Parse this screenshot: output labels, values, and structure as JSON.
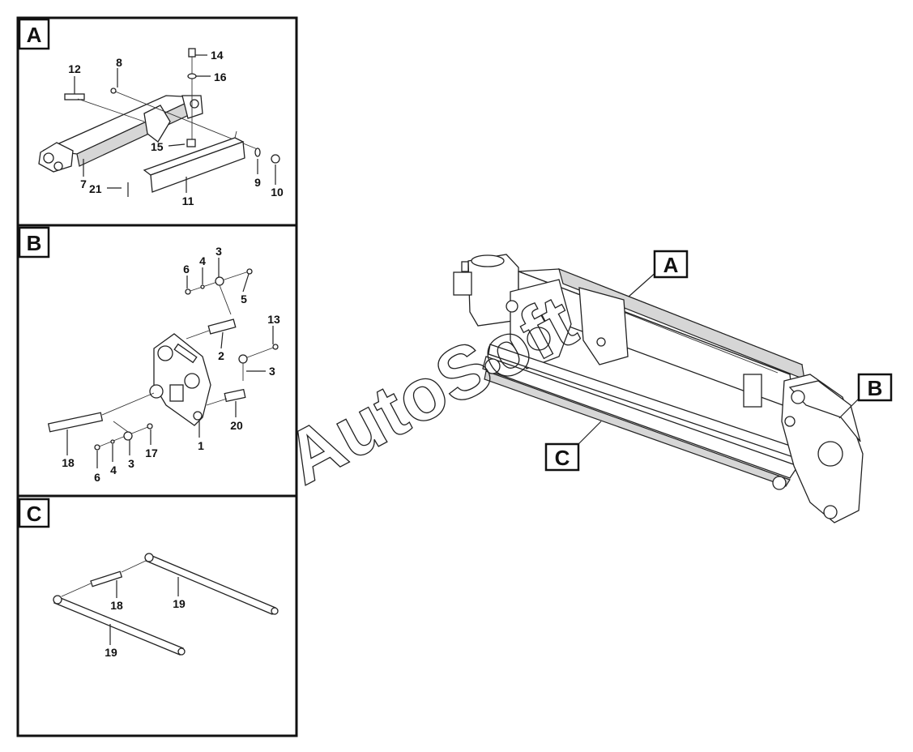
{
  "panels": {
    "A": {
      "section": "A",
      "labels": {
        "l12": "12",
        "l8": "8",
        "l14": "14",
        "l16": "16",
        "l15": "15",
        "l7": "7",
        "l21": "21",
        "l11": "11",
        "l9": "9",
        "l10": "10"
      }
    },
    "B": {
      "section": "B",
      "labels": {
        "l6a": "6",
        "l4a": "4",
        "l3a": "3",
        "l5": "5",
        "l13": "13",
        "l2": "2",
        "l3b": "3",
        "l20": "20",
        "l1": "1",
        "l18": "18",
        "l6b": "6",
        "l4b": "4",
        "l3c": "3",
        "l17": "17"
      }
    },
    "C": {
      "section": "C",
      "labels": {
        "l18": "18",
        "l19a": "19",
        "l19b": "19"
      }
    }
  },
  "main": {
    "callouts": {
      "A": "A",
      "B": "B",
      "C": "C"
    },
    "watermark": "AutoSoft"
  }
}
